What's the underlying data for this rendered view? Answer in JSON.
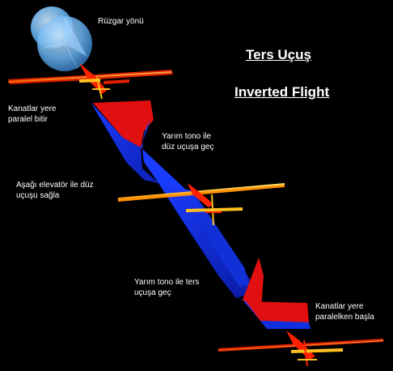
{
  "title_tr": "Ters Uçuş",
  "title_en": "Inverted Flight",
  "labels": {
    "wind": "Rüzgar yönü",
    "step1": [
      "Kanatlar yere",
      "paralel bitir"
    ],
    "step2": [
      "Yarım tono ile",
      "düz uçuşa geç"
    ],
    "step3": [
      "Aşağı elevatör ile düz",
      "uçuşu sağla"
    ],
    "step4": [
      "Yarım tono ile ters",
      "uçuşa geç"
    ],
    "step5": [
      "Kanatlar yere",
      "paralelken başla"
    ]
  },
  "icons": {
    "wind": "sphere-icon",
    "planes": [
      "airplane-top-icon",
      "airplane-middle-icon",
      "airplane-bottom-icon"
    ]
  },
  "colors": {
    "background": "#000000",
    "text": "#ffffff",
    "ribbon_blue": "#1030e0",
    "ribbon_red": "#e01010",
    "plane_yellow": "#ffc020",
    "plane_red": "#ff2000",
    "sphere": "#6ab4f0"
  }
}
